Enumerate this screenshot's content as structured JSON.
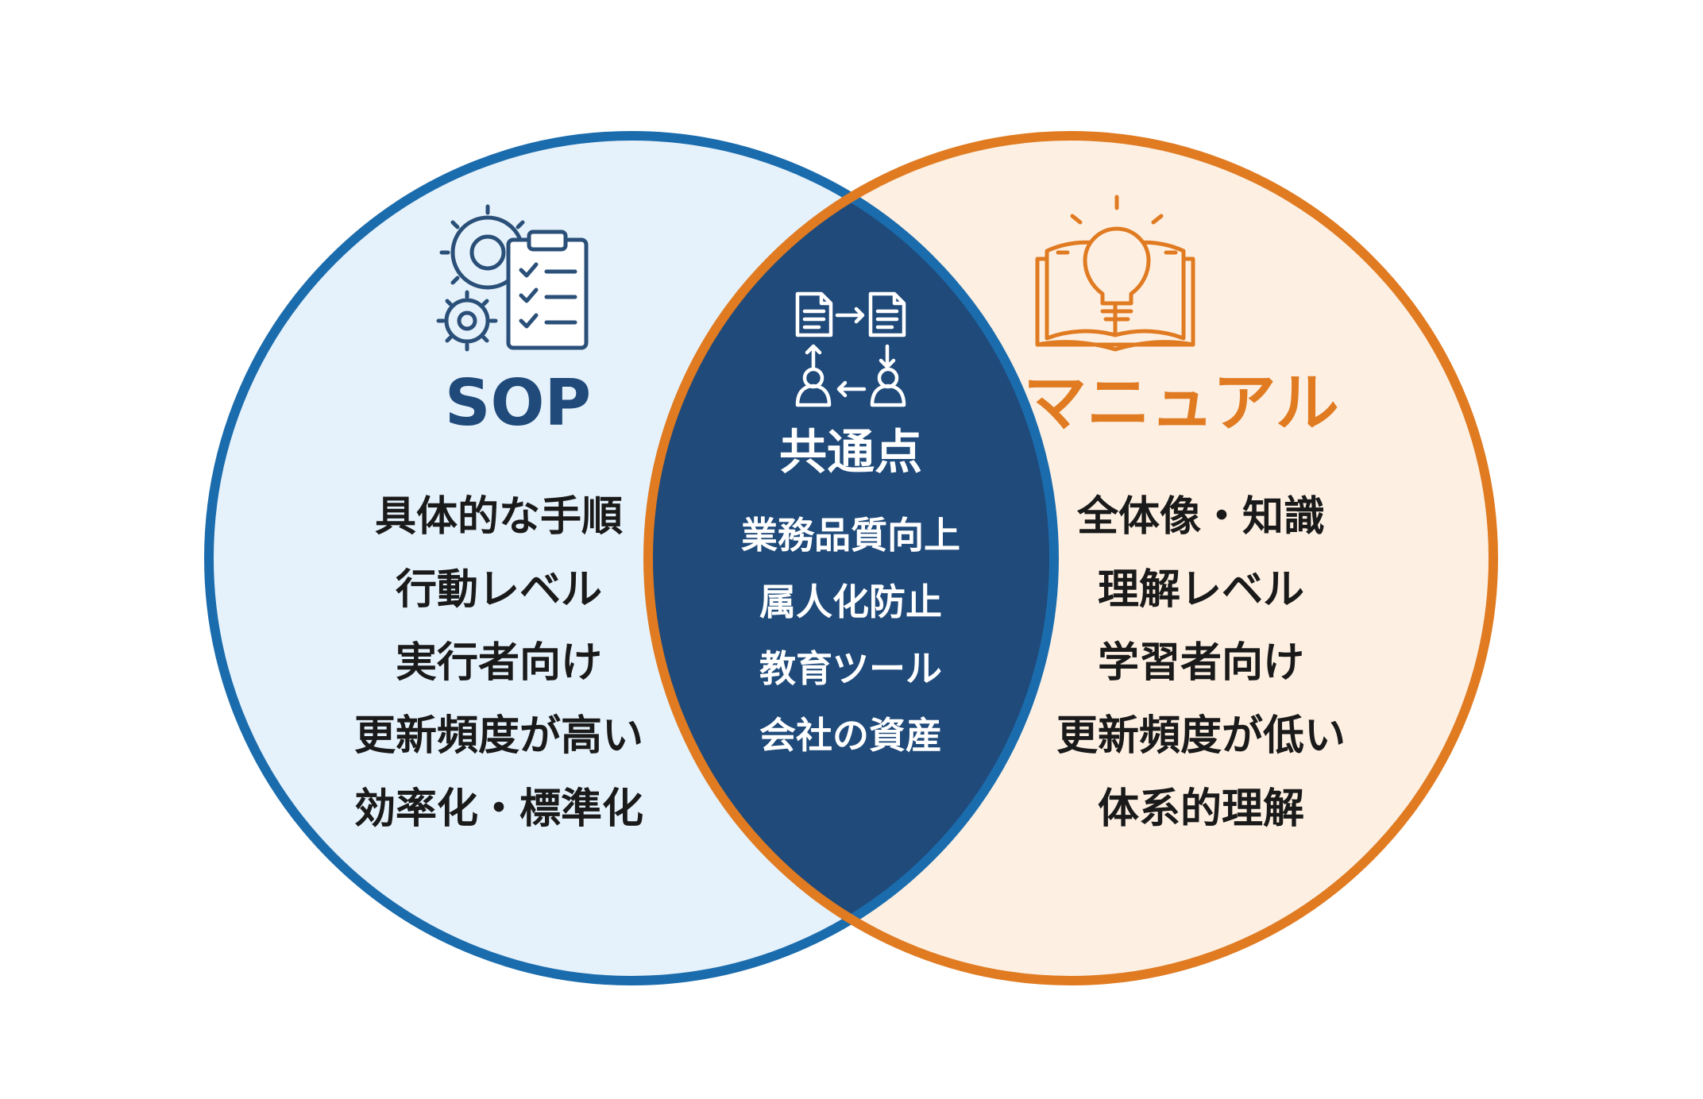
{
  "sop": {
    "title": "SOP",
    "items": [
      "具体的な手順",
      "行動レベル",
      "実行者向け",
      "更新頻度が高い",
      "効率化・標準化"
    ]
  },
  "common": {
    "title": "共通点",
    "items": [
      "業務品質向上",
      "属人化防止",
      "教育ツール",
      "会社の資産"
    ]
  },
  "manual": {
    "title": "マニュアル",
    "items": [
      "全体像・知識",
      "理解レベル",
      "学習者向け",
      "更新頻度が低い",
      "体系的理解"
    ]
  },
  "colors": {
    "sop_stroke": "#1b6cad",
    "sop_fill": "#e6f2fb",
    "manual_stroke": "#e07b22",
    "manual_fill": "#fdf0e3",
    "overlap_fill": "#1f4a7a",
    "sop_title": "#1f4a7a",
    "manual_title": "#e07b22",
    "body_text": "#1a1a1a",
    "overlap_text": "#ffffff",
    "sop_icon": "#2a4f78",
    "manual_icon": "#e07b22",
    "common_icon": "#ffffff"
  },
  "icons": {
    "sop": "gears-clipboard-checklist-icon",
    "common": "document-exchange-people-icon",
    "manual": "open-book-lightbulb-icon"
  }
}
